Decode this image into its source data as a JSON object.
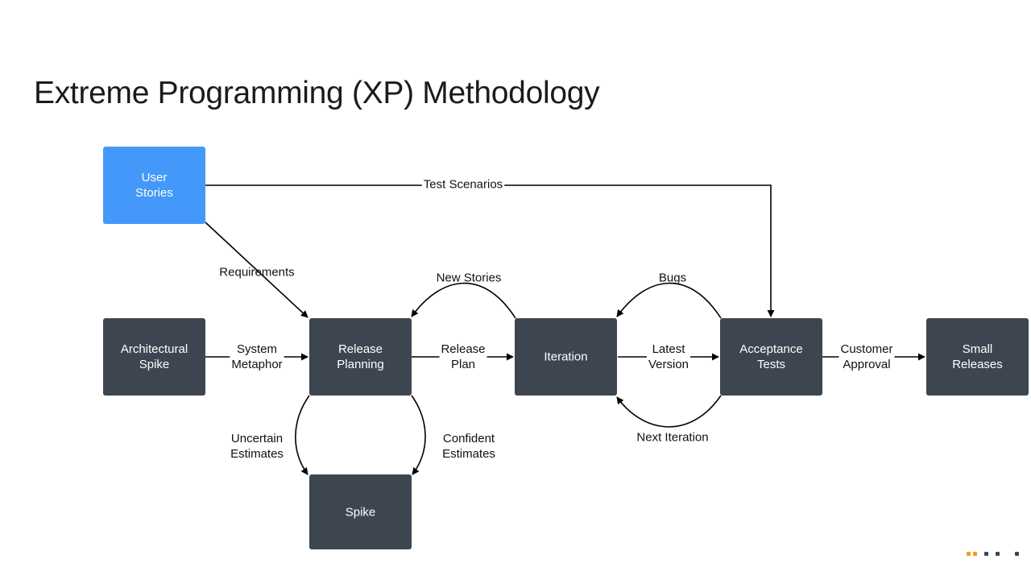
{
  "title": "Extreme Programming (XP) Methodology",
  "nodes": {
    "user_stories": [
      "User",
      "Stories"
    ],
    "architectural_spike": [
      "Architectural",
      "Spike"
    ],
    "release_planning": [
      "Release",
      "Planning"
    ],
    "iteration": [
      "Iteration"
    ],
    "acceptance_tests": [
      "Acceptance",
      "Tests"
    ],
    "small_releases": [
      "Small",
      "Releases"
    ],
    "spike": [
      "Spike"
    ]
  },
  "edges": {
    "test_scenarios": [
      "Test Scenarios"
    ],
    "requirements": [
      "Requirements"
    ],
    "system_metaphor": [
      "System",
      "Metaphor"
    ],
    "release_plan": [
      "Release",
      "Plan"
    ],
    "latest_version": [
      "Latest",
      "Version"
    ],
    "customer_approval": [
      "Customer",
      "Approval"
    ],
    "new_stories": [
      "New Stories"
    ],
    "bugs": [
      "Bugs"
    ],
    "next_iteration": [
      "Next Iteration"
    ],
    "uncertain_estimates": [
      "Uncertain",
      "Estimates"
    ],
    "confident_estimates": [
      "Confident",
      "Estimates"
    ]
  },
  "colors": {
    "node": "#3d4650",
    "highlight_node": "#4398f9",
    "edge": "#000000"
  }
}
